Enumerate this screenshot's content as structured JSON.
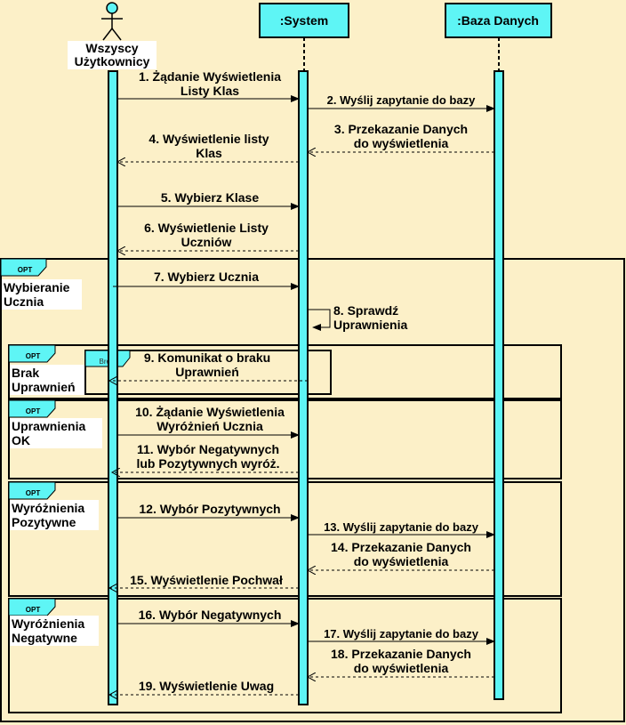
{
  "participants": {
    "actor_line1": "Wszyscy",
    "actor_line2": "Użytkownicy",
    "system": ":System",
    "db": ":Baza Danych"
  },
  "messages": [
    {
      "l1": "1. Żądanie Wyświetlenia",
      "l2": "Listy Klas"
    },
    {
      "l1": "2. Wyślij zapytanie do bazy"
    },
    {
      "l1": "3. Przekazanie Danych",
      "l2": "do wyświetlenia"
    },
    {
      "l1": "4. Wyświetlenie listy",
      "l2": "Klas"
    },
    {
      "l1": "5. Wybierz Klase"
    },
    {
      "l1": "6. Wyświetlenie Listy",
      "l2": "Uczniów"
    },
    {
      "l1": "7. Wybierz Ucznia"
    },
    {
      "l1": "8. Sprawdź",
      "l2": "Uprawnienia"
    },
    {
      "l1": "9. Komunikat o braku",
      "l2": "Uprawnień"
    },
    {
      "l1": "10. Żądanie Wyświetlenia",
      "l2": "Wyróżnień Ucznia"
    },
    {
      "l1": "11. Wybór Negatywnych",
      "l2": "lub Pozytywnych wyróż."
    },
    {
      "l1": "12. Wybór Pozytywnych"
    },
    {
      "l1": "13. Wyślij zapytanie do bazy"
    },
    {
      "l1": "14. Przekazanie Danych",
      "l2": "do wyświetlenia"
    },
    {
      "l1": "15. Wyświetlenie Pochwał"
    },
    {
      "l1": "16. Wybór Negatywnych"
    },
    {
      "l1": "17. Wyślij zapytanie do bazy"
    },
    {
      "l1": "18. Przekazanie Danych",
      "l2": "do wyświetlenia"
    },
    {
      "l1": "19. Wyświetlenie Uwag"
    }
  ],
  "fragments": {
    "opt_tag": "OPT",
    "break_tag": "Break",
    "wybieranie": {
      "l1": "Wybieranie",
      "l2": "Ucznia"
    },
    "brak": {
      "l1": "Brak",
      "l2": "Uprawnień"
    },
    "ok": {
      "l1": "Uprawnienia",
      "l2": "OK"
    },
    "poz": {
      "l1": "Wyróżnienia",
      "l2": "Pozytywne"
    },
    "neg": {
      "l1": "Wyróżnienia",
      "l2": "Negatywne"
    }
  },
  "colors": {
    "background": "#fcf0c8",
    "lifeline": "#5ef5f5",
    "tag_fill": "#5ef5f5"
  }
}
